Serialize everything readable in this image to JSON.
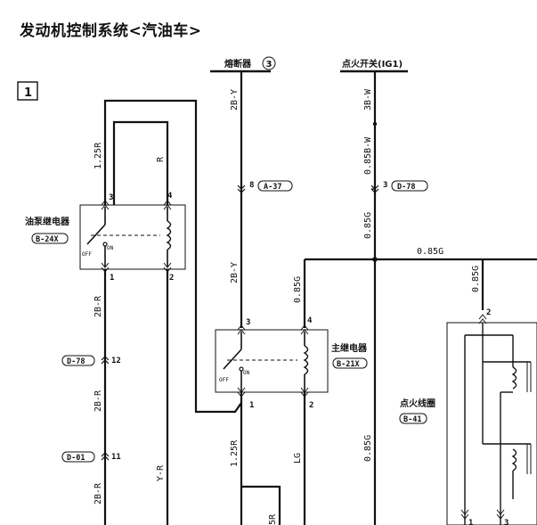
{
  "title": "发动机控制系统<汽油车>",
  "section_number": "1",
  "buses": {
    "fuse_label": "熔断器",
    "fuse_number": "3",
    "ignition_label": "点火开关(IG1)"
  },
  "wires": {
    "w_2by_top": "2B-Y",
    "w_2by_mid": "2B-Y",
    "w_3bw": "3B-W",
    "w_085bw": "0.85B-W",
    "w_085g_v": "0.85G",
    "w_085g_h": "0.85G",
    "w_085g_relay": "0.85G",
    "w_085g_coil": "0.85G",
    "w_085g_bottom": "0.85G",
    "w_125r_top": "1.25R",
    "w_r": "R",
    "w_2br_1": "2B-R",
    "w_2br_2": "2B-R",
    "w_2br_3": "2B-R",
    "w_yr": "Y-R",
    "w_125r_bottom": "1.25R",
    "w_lg": "LG",
    "w_5r_partial": "5R"
  },
  "connectors": {
    "a37": "A-37",
    "a37_pin": "8",
    "d78_ig": "D-78",
    "d78_ig_pin": "3",
    "d78_left": "D-78",
    "d78_left_pin": "12",
    "d01": "D-01",
    "d01_pin": "11"
  },
  "fuel_pump_relay": {
    "label": "油泵继电器",
    "code": "B-24X",
    "pin3": "3",
    "pin4": "4",
    "pin1": "1",
    "pin2": "2",
    "off": "OFF",
    "on": "ON"
  },
  "main_relay": {
    "label": "主继电器",
    "code": "B-21X",
    "pin3": "3",
    "pin4": "4",
    "pin1": "1",
    "pin2": "2",
    "off": "OFF",
    "on": "ON"
  },
  "ignition_coil": {
    "label": "点火线圈",
    "code": "B-41",
    "pin2": "2",
    "pin1": "1",
    "pin3": "3"
  }
}
